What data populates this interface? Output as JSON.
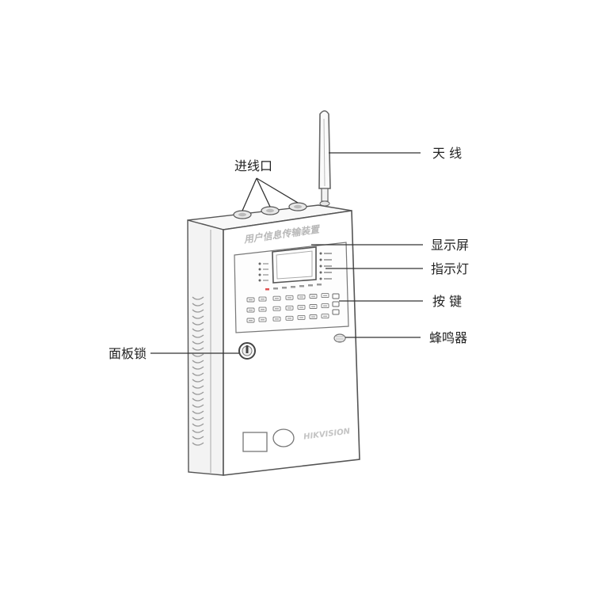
{
  "device": {
    "panel_title": "用户信息传输装置",
    "brand": "HIKVISION"
  },
  "callouts": {
    "antenna": "天 线",
    "cable_inlet": "进线口",
    "display": "显示屏",
    "indicator": "指示灯",
    "keys": "按 键",
    "buzzer": "蜂鸣器",
    "panel_lock": "面板锁"
  },
  "colors": {
    "outline": "#555555",
    "leader": "#333333",
    "label": "#222222",
    "indicator_red": "#e05050"
  }
}
